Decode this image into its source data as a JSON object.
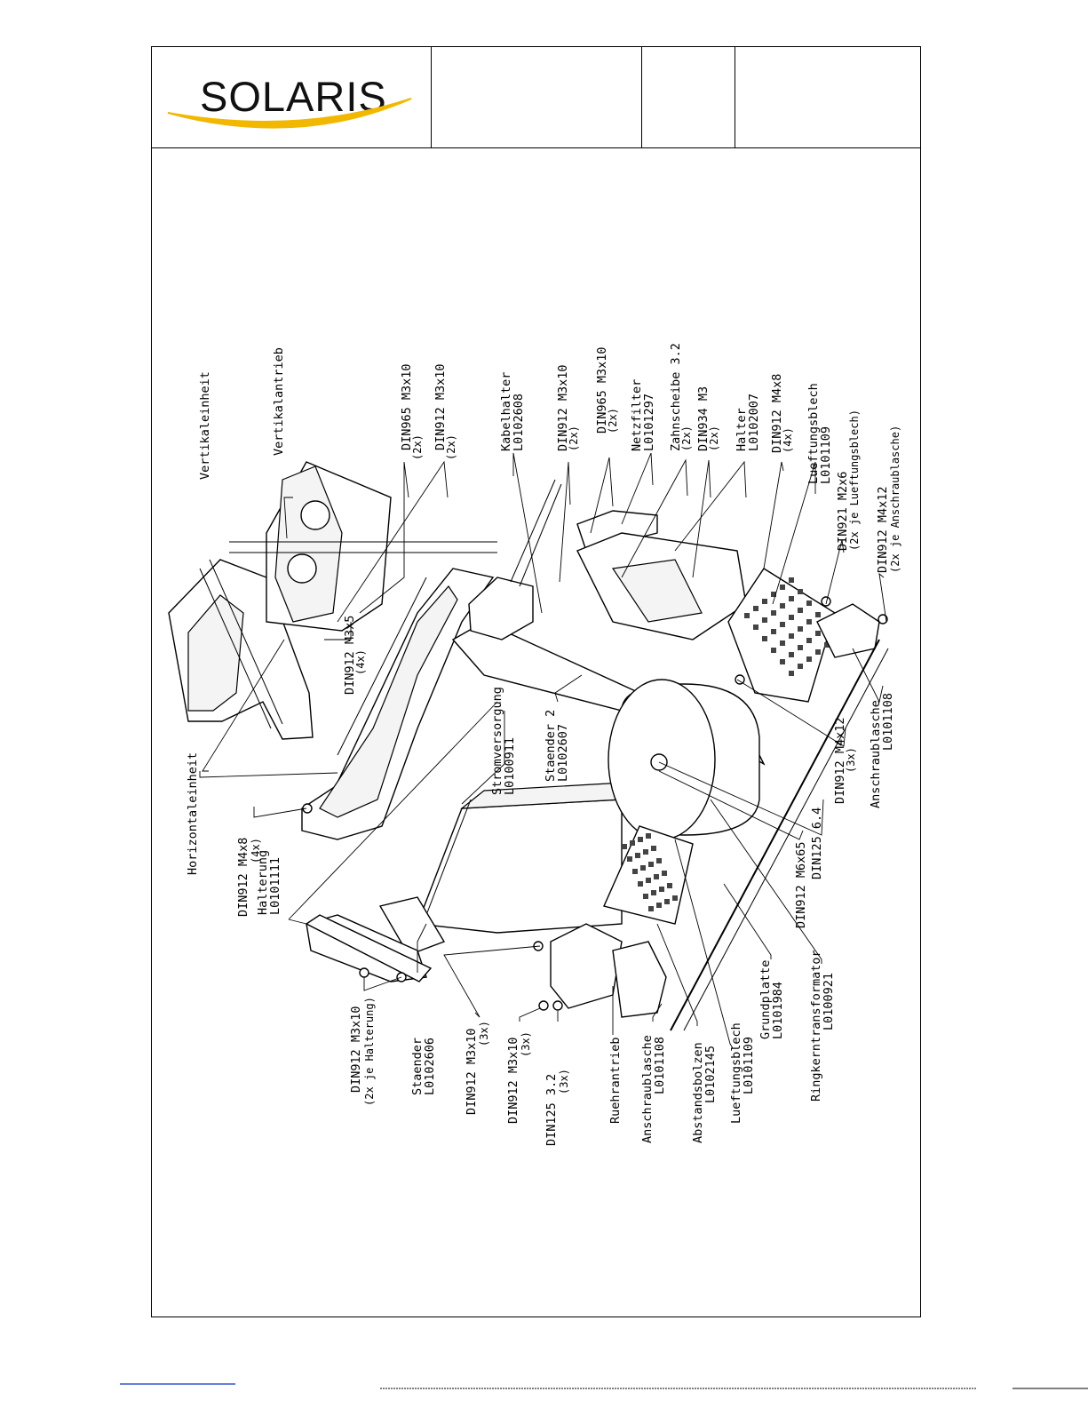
{
  "logo": {
    "text": "SOLARIS",
    "accent_color": "#f2b800"
  },
  "labels": {
    "vertikaleinheit": "Vertikaleinheit",
    "vertikalantrieb": "Vertikalantrieb",
    "din965_m3x10_a": "DIN965 M3x10",
    "din965_m3x10_a_qty": "(2x)",
    "din912_m3x10_a": "DIN912 M3x10",
    "din912_m3x10_a_qty": "(2x)",
    "kabelhalter": "Kabelhalter",
    "kabelhalter_no": "L0102608",
    "din912_m3x10_b": "DIN912 M3x10",
    "din912_m3x10_b_qty": "(2x)",
    "din965_m3x10_b": "DIN965 M3x10",
    "din965_m3x10_b_qty": "(2x)",
    "netzfilter": "Netzfilter",
    "netzfilter_no": "L0101297",
    "zahnscheibe": "Zahnscheibe 3.2",
    "zahnscheibe_qty": "(2x)",
    "din934_m3": "DIN934 M3",
    "din934_m3_qty": "(2x)",
    "halter": "Halter",
    "halter_no": "L0102007",
    "din912_m4x8_a": "DIN912 M4x8",
    "din912_m4x8_a_qty": "(4x)",
    "lueftungsblech_a": "Lueftungsblech",
    "lueftungsblech_a_no": "L0101109",
    "lueftungsblech_a_note": "(2x je Lueftungsblech)",
    "din921_m2x6": "DIN921 M2x6",
    "din912_m4x12_a": "DIN912 M4x12",
    "din912_m4x12_a_note": "(2x je Anschraublasche)",
    "horizontaleinheit": "Horizontaleinheit",
    "din912_m3x5": "DIN912 M3x5",
    "din912_m3x5_qty": "(4x)",
    "stromversorgung": "Stromversorgung",
    "stromversorgung_no": "L0100911",
    "staender2": "Staender 2",
    "staender2_no": "L0102607",
    "anschraublasche_a": "Anschraublasche",
    "anschraublasche_a_no": "L0101108",
    "din912_m4x12_b": "DIN912 M4x12",
    "din912_m4x12_b_qty": "(3x)",
    "din125_64": "DIN125 6.4",
    "din912_m6x65": "DIN912 M6x65",
    "din912_m4x8_b": "DIN912 M4x8",
    "din912_m4x8_b_qty": "(4x)",
    "halterung": "Halterung",
    "halterung_no": "L0101111",
    "din912_m3x10_c": "DIN912 M3x10",
    "din912_m3x10_c_note": "(2x je Halterung)",
    "staender": "Staender",
    "staender_no": "L0102606",
    "din912_m3x10_d": "DIN912 M3x10",
    "din912_m3x10_d_qty": "(3x)",
    "din912_m3x10_e": "DIN912 M3x10",
    "din912_m3x10_e_qty": "(3x)",
    "din125_32": "DIN125 3.2",
    "din125_32_qty": "(3x)",
    "ruehrantrieb": "Ruehrantrieb",
    "anschraublasche_b": "Anschraublasche",
    "anschraublasche_b_no": "L0101108",
    "abstandsbolzen": "Abstandsbolzen",
    "abstandsbolzen_no": "L0102145",
    "lueftungsblech_b": "Lueftungsblech",
    "lueftungsblech_b_no": "L0101109",
    "grundplatte": "Grundplatte",
    "grundplatte_no": "L0101984",
    "ringkern": "Ringkerntransformator",
    "ringkern_no": "L0100921"
  }
}
